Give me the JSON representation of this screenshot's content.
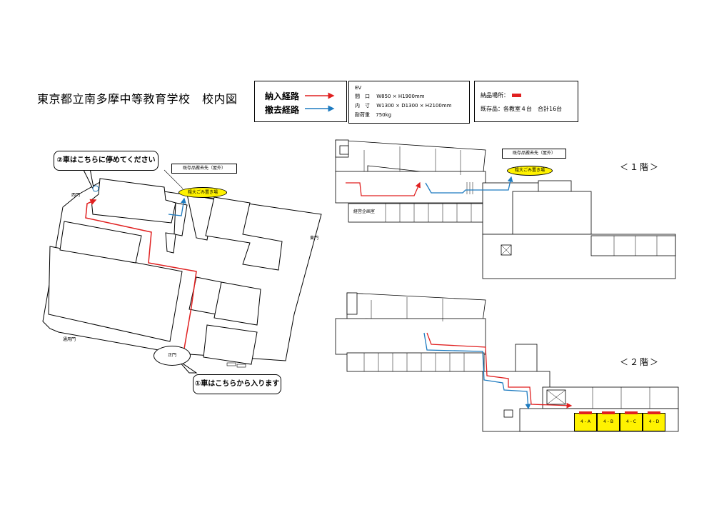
{
  "title": "東京都立南多摩中等教育学校　校内図",
  "legend": {
    "delivery_label": "納入経路",
    "removal_label": "撤去経路",
    "delivery_color": "#e02020",
    "removal_color": "#1e7bc0"
  },
  "ev": {
    "heading": "EV",
    "opening": "間　口　 W850 × H1900mm",
    "inner": "内　寸　 W1300 × D1300 × H2100mm",
    "capacity_label": "耐荷重",
    "capacity": "750kg"
  },
  "delivery_info": {
    "place_label": "納品場所：",
    "existing": "既存品：各教室４台　合計16台"
  },
  "site_map": {
    "callout_park": "②車はこちらに停めてください",
    "callout_enter": "①車はこちらから入ります",
    "disposal_note": "既存品搬去先（屋外）",
    "garbage": "粗大ごみ置き場",
    "west_gate": "西門",
    "east_gate": "東門",
    "main_gate": "正門",
    "side_gate": "通用門"
  },
  "floor1": {
    "label": "＜１階＞",
    "disposal_note": "既存品搬去先（屋外）",
    "garbage": "粗大ごみ置き場",
    "room": "経営企画室"
  },
  "floor2": {
    "label": "＜２階＞",
    "rooms": [
      "4 - A",
      "4 - B",
      "4 - C",
      "4 - D"
    ],
    "room_color": "#fff200"
  }
}
